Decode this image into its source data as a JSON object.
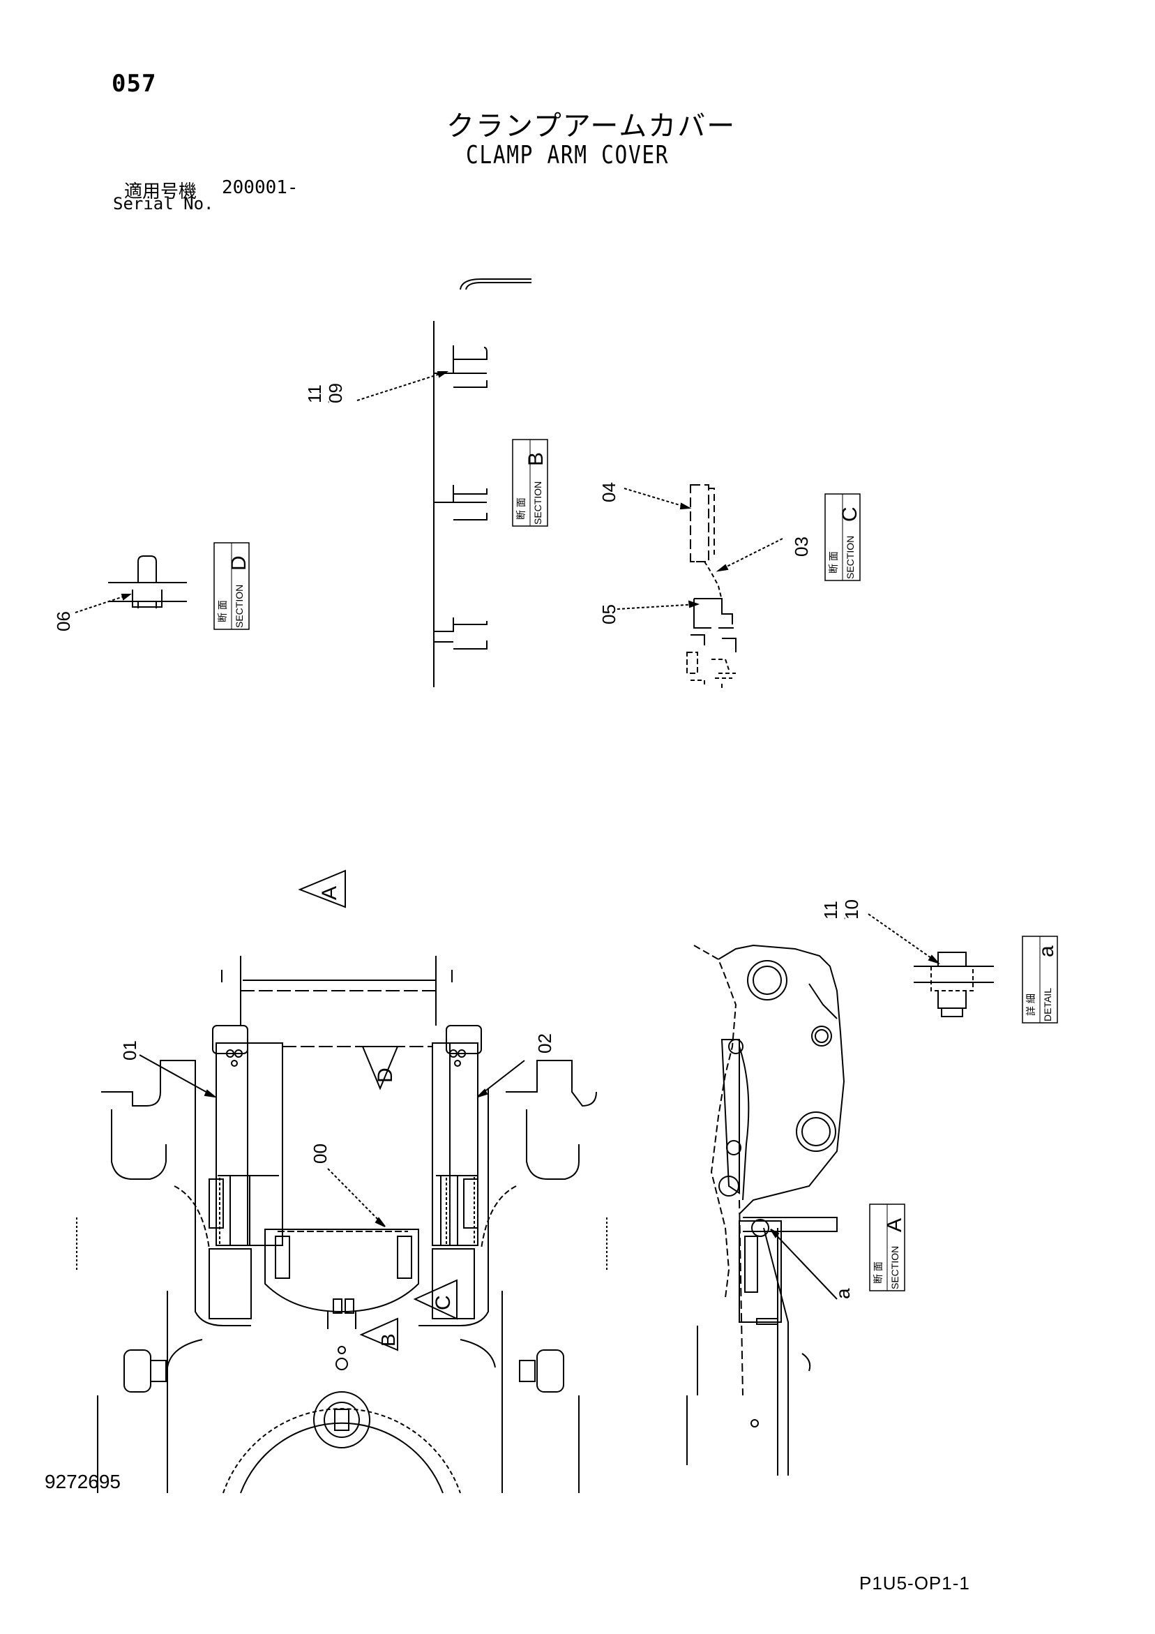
{
  "header": {
    "page_number": "057",
    "title_jp": "クランプアームカバー",
    "title_en": "CLAMP ARM COVER",
    "serial_label_jp": "適用号機",
    "serial_value": "200001-",
    "serial_label_en": "Serial No."
  },
  "callouts": {
    "c1109_top": "11",
    "c1109_bot": "09",
    "c04": "04",
    "c03": "03",
    "c05": "05",
    "c06": "06",
    "c1110_top": "11",
    "c1110_bot": "10",
    "c01": "01",
    "c02": "02",
    "c00": "00",
    "ca": "a"
  },
  "section_labels": {
    "b_jp": "断 面",
    "b_en": "SECTION",
    "b_letter": "B",
    "c_jp": "断 面",
    "c_en": "SECTION",
    "c_letter": "C",
    "d_jp": "断 面",
    "d_en": "SECTION",
    "d_letter": "D",
    "a_jp": "断 面",
    "a_en": "SECTION",
    "a_letter": "A",
    "detail_jp": "詳 細",
    "detail_en": "DETAIL",
    "detail_letter": "a"
  },
  "view_markers": {
    "a": "A",
    "d": "D",
    "c": "C",
    "b": "B"
  },
  "footer": {
    "doc_number": "9272695",
    "page_code": "P1U5-OP1-1"
  },
  "colors": {
    "ink": "#000000",
    "paper": "#ffffff"
  }
}
